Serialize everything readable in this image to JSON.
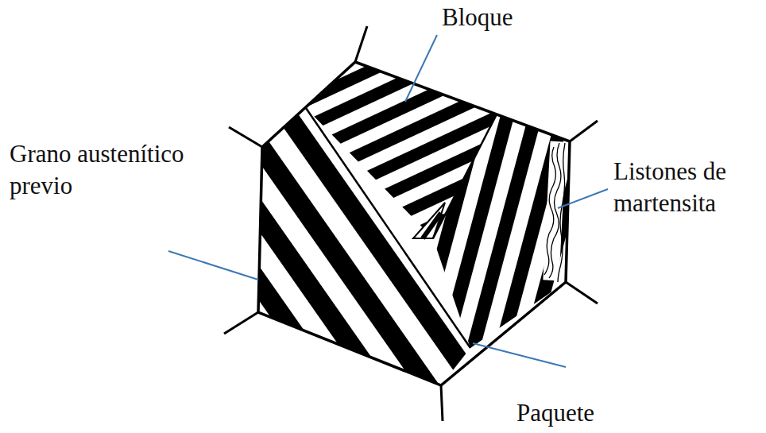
{
  "diagram": {
    "labels": [
      "Bloque",
      "Listones de martensita",
      "Grano austenítico previo",
      "Paquete"
    ]
  }
}
